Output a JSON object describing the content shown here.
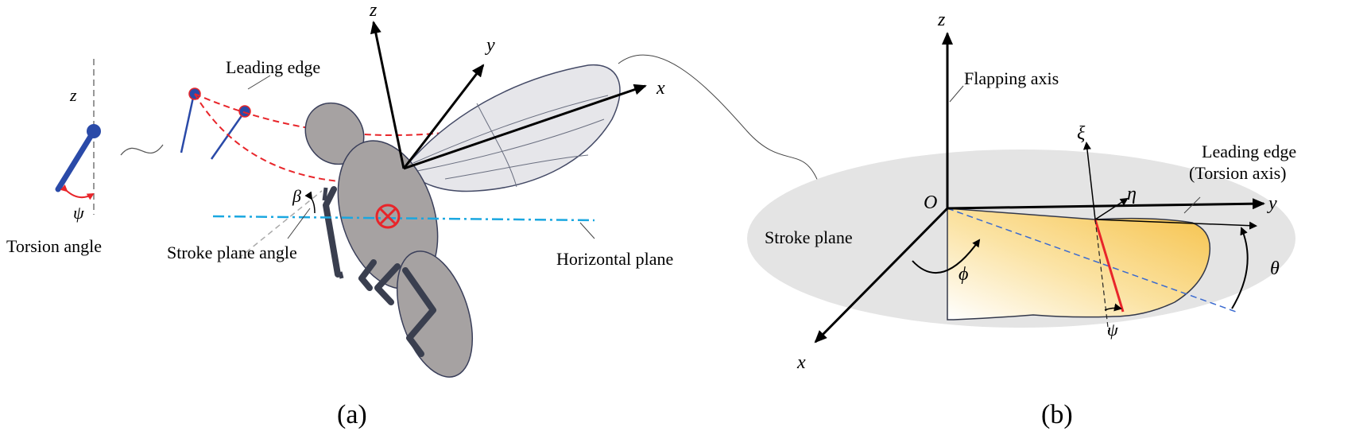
{
  "panel_a": {
    "caption": "(a)",
    "labels": {
      "z_axis": "z",
      "y_axis": "y",
      "x_axis": "x",
      "z_small": "z",
      "psi": "ψ",
      "beta": "β",
      "leading_edge": "Leading edge",
      "torsion_angle": "Torsion angle",
      "stroke_plane_angle": "Stroke plane angle",
      "horizontal_plane": "Horizontal plane"
    }
  },
  "panel_b": {
    "caption": "(b)",
    "labels": {
      "z_axis": "z",
      "y_axis": "y",
      "x_axis": "x",
      "origin": "O",
      "flapping_axis": "Flapping axis",
      "xi": "ξ",
      "eta": "η",
      "leading_edge_line1": "Leading edge",
      "leading_edge_line2": "(Torsion axis)",
      "stroke_plane": "Stroke plane",
      "phi": "ϕ",
      "theta": "θ",
      "psi": "ψ"
    }
  },
  "colors": {
    "blue_link": "#2a4aa8",
    "red_dash": "#e8252a",
    "cyan_dash": "#1aa7e0",
    "body_gray": "#a6a2a2",
    "wing_gray": "#e6e6ea",
    "plane_gray": "#e4e4e4",
    "leg_dark": "#3a3f4f",
    "wing_yellow": "#f6c24a"
  }
}
